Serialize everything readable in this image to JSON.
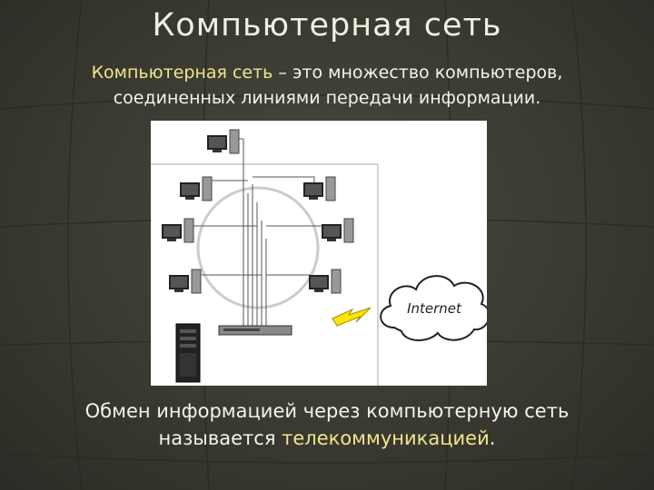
{
  "slide": {
    "title": "Компьютерная сеть",
    "definition_term": "Компьютерная сеть",
    "definition_rest_line1": " – это множество компьютеров,",
    "definition_line2": "соединенных линиями передачи информации.",
    "footer_line1": "Обмен информацией через компьютерную сеть",
    "footer_line2_prefix": "называется ",
    "footer_highlight": "телекоммуникацией",
    "footer_suffix": "."
  },
  "diagram": {
    "cloud_label": "Internet"
  },
  "colors": {
    "background": "#3a3a32",
    "highlight": "#f0e68c",
    "text": "#f4f4ee"
  }
}
